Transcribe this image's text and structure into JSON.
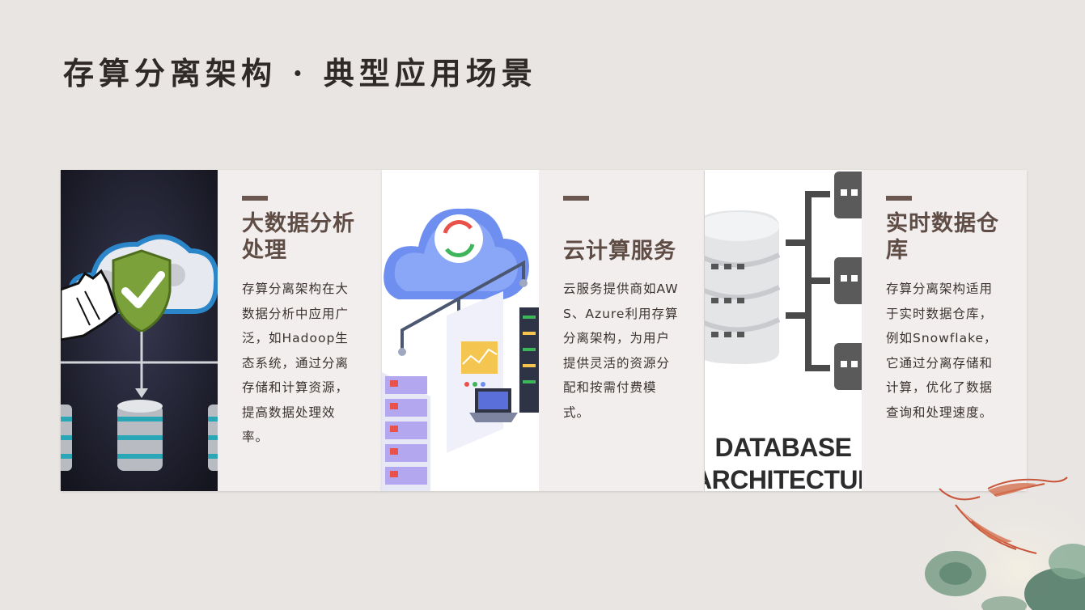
{
  "title": "存算分离架构 · 典型应用场景",
  "cards": [
    {
      "heading": "大数据分析处理",
      "body": "存算分离架构在大数据分析中应用广泛，如Hadoop生态系统，通过分离存储和计算资源，提高数据处理效率。"
    },
    {
      "heading": "云计算服务",
      "body": "云服务提供商如AWS、Azure利用存算分离架构，为用户提供灵活的资源分配和按需付费模式。"
    },
    {
      "heading": "实时数据仓库",
      "body": "存算分离架构适用于实时数据仓库，例如Snowflake，它通过分离存储和计算，优化了数据查询和处理速度。",
      "image_caption": "DATABASE ARCHITECTURE"
    }
  ],
  "colors": {
    "background": "#e9e5e2",
    "card": "#f1eeed",
    "accent_bar": "#6b574f",
    "heading": "#5e4c45"
  }
}
